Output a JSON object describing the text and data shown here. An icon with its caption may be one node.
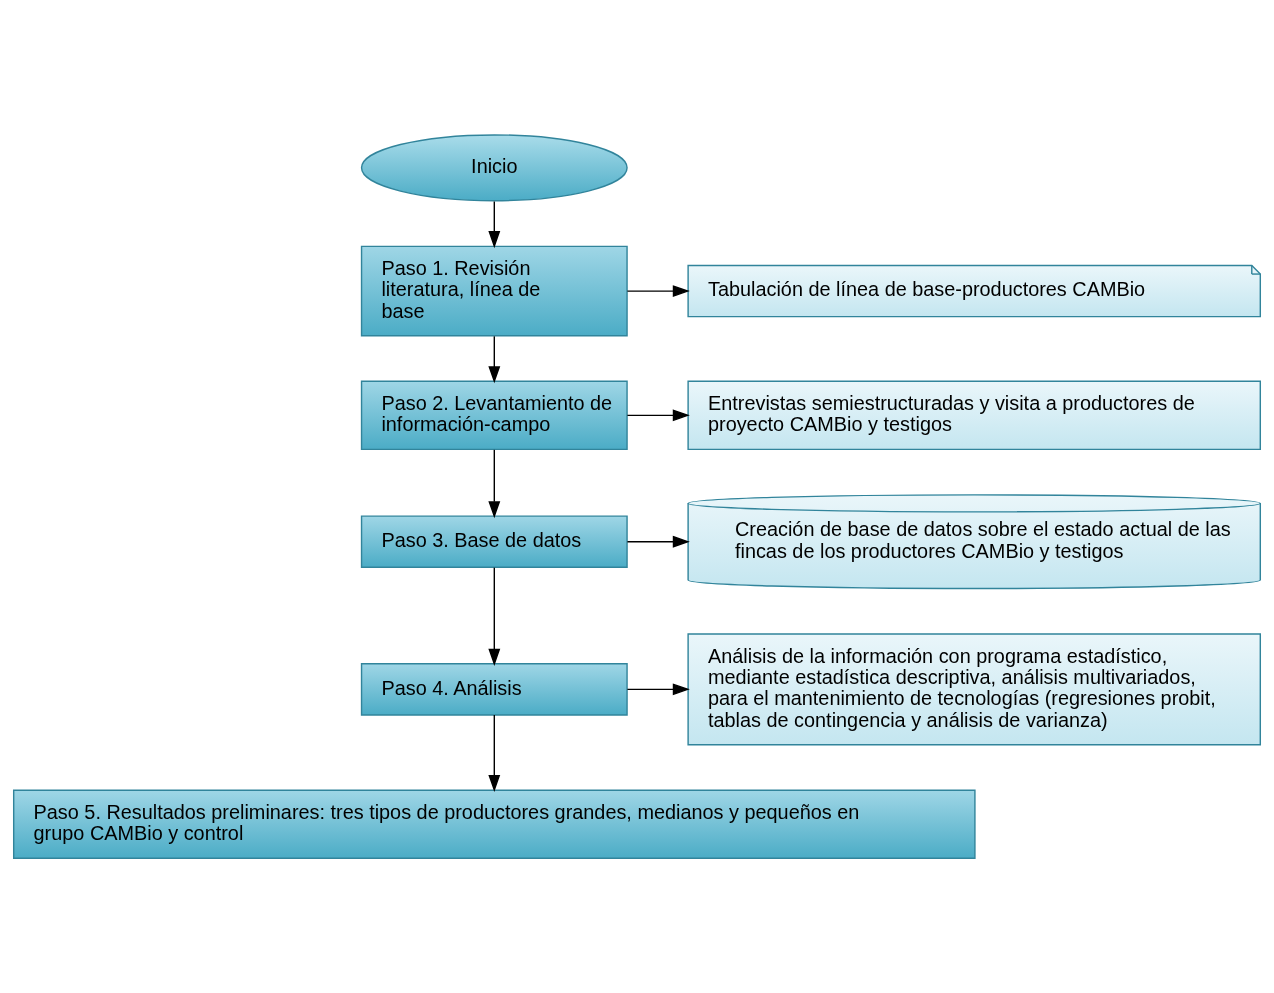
{
  "diagram": {
    "nodes": [
      {
        "text": [
          "Inicio"
        ]
      },
      {
        "text": [
          "Paso 1. Revisión literatura, línea de base"
        ]
      },
      {
        "text": [
          "Tabulación de línea de base-productores CAMBio"
        ]
      },
      {
        "text": [
          "Paso 2. Levantamiento de información-campo"
        ]
      },
      {
        "text": [
          "Entrevistas semiestructuradas y visita a productores de proyecto CAMBio y testigos"
        ]
      },
      {
        "text": [
          "Paso 3. Base de datos"
        ]
      },
      {
        "text": [
          "Creación de base de datos sobre el estado actual de las fincas de los productores CAMBio y testigos"
        ]
      },
      {
        "text": [
          "Paso 4. Análisis"
        ]
      },
      {
        "text": [
          "Análisis de la información con programa estadístico, mediante estadística descriptiva, análisis multivariados, para el mantenimiento de tecnologías (regresiones probit, tablas de contingencia y análisis de varianza)"
        ]
      },
      {
        "text": [
          "Paso 5. Resultados preliminares: tres tipos de productores grandes, medianos y pequeños en grupo CAMBio y control"
        ]
      }
    ],
    "edges": [
      {
        "from": 0,
        "to": 1,
        "arrow": "to"
      },
      {
        "from": 1,
        "to": 2,
        "arrow": "to"
      },
      {
        "from": 1,
        "to": 3,
        "arrow": "to"
      },
      {
        "from": 3,
        "to": 4,
        "arrow": "to"
      },
      {
        "from": 3,
        "to": 5,
        "arrow": "to"
      },
      {
        "from": 5,
        "to": 6,
        "arrow": "to"
      },
      {
        "from": 5,
        "to": 7,
        "arrow": "to"
      },
      {
        "from": 7,
        "to": 8,
        "arrow": "to"
      },
      {
        "from": 7,
        "to": 9,
        "arrow": "to"
      }
    ]
  }
}
